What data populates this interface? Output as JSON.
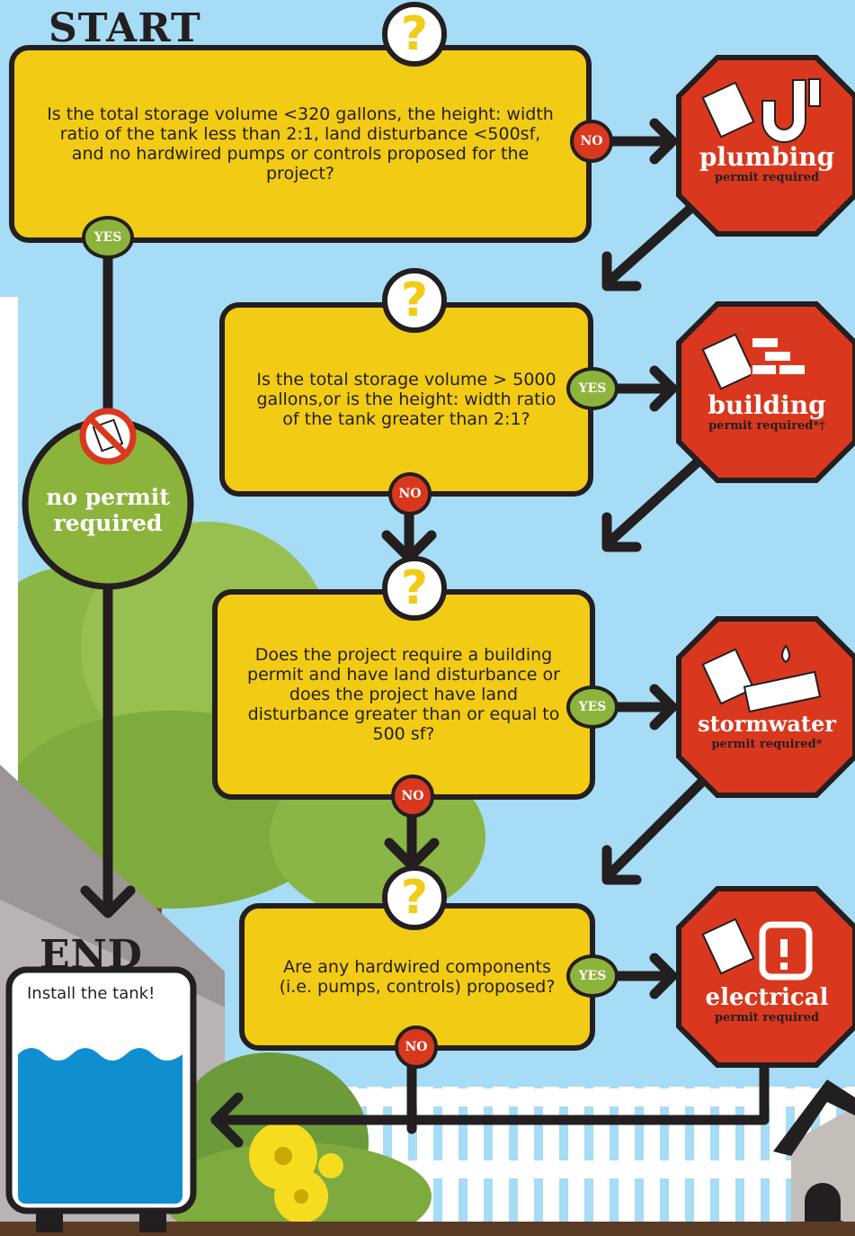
{
  "start_label": "START",
  "end_label": "END",
  "question_mark": "?",
  "questions": [
    {
      "text": "Is the total storage volume <320 gallons, the height: width ratio of the tank less than 2:1, land disturbance <500sf, and no hardwired pumps or controls proposed for the project?",
      "yes": "YES",
      "no": "NO"
    },
    {
      "text": "Is the total storage volume > 5000 gallons,or is the height: width ratio of the tank greater than 2:1?",
      "yes": "YES",
      "no": "NO"
    },
    {
      "text": "Does the project require a building permit and have land disturbance or does the project have land disturbance greater than or equal to 500 sf?",
      "yes": "YES",
      "no": "NO"
    },
    {
      "text": "Are any hardwired components (i.e. pumps, controls) proposed?",
      "yes": "YES",
      "no": "NO"
    }
  ],
  "permits": [
    {
      "title": "plumbing",
      "subtitle": "permit required",
      "icon": "pipe-icon"
    },
    {
      "title": "building",
      "subtitle": "permit required*†",
      "icon": "bricks-icon"
    },
    {
      "title": "stormwater",
      "subtitle": "permit required*",
      "icon": "storm-drain-icon"
    },
    {
      "title": "electrical",
      "subtitle": "permit required",
      "icon": "outlet-icon"
    }
  ],
  "no_permit": {
    "line1": "no permit",
    "line2": "required",
    "icon": "no-document-icon"
  },
  "end_text": "Install the tank!",
  "colors": {
    "sky": "#a6dcf5",
    "box": "#f2cb14",
    "stop": "#d9381e",
    "green": "#8cb43c",
    "ink": "#231f20",
    "water": "#0f8fd0"
  }
}
